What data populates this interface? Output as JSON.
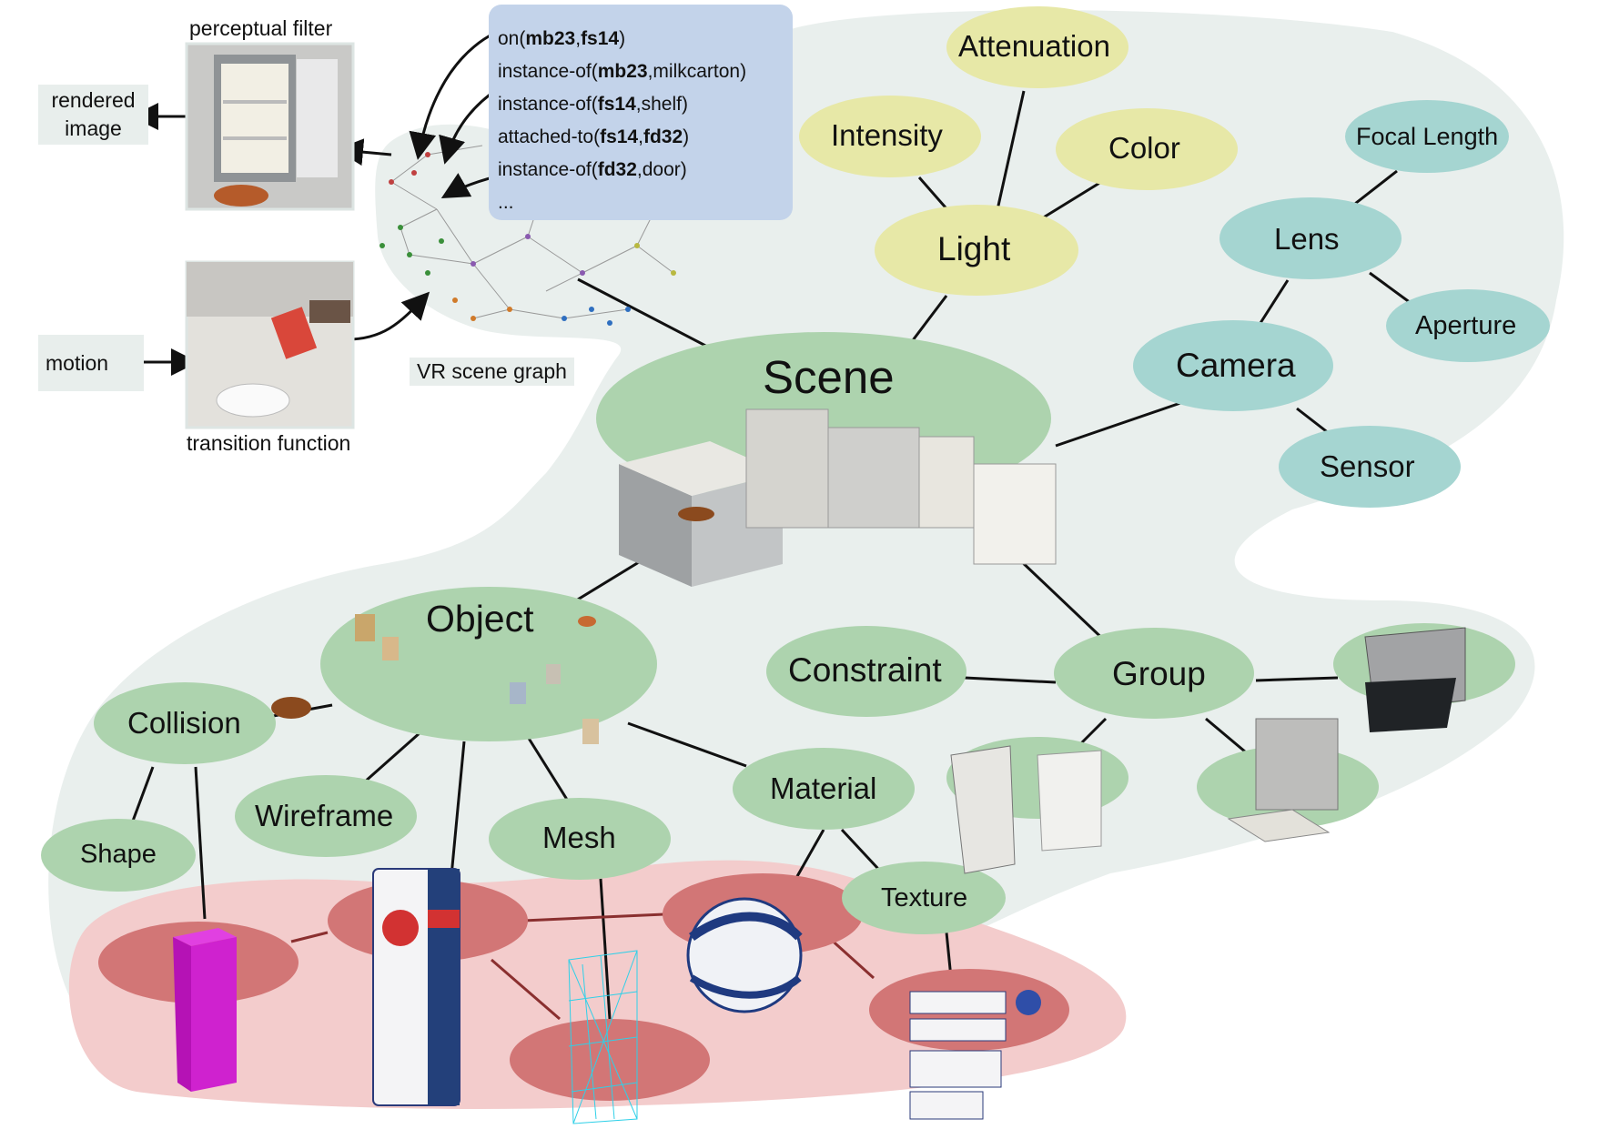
{
  "colors": {
    "hull": "#e9efed",
    "green": "#add3ae",
    "yellow": "#e7e8a7",
    "teal": "#a5d5d1",
    "pink_region": "#f3cccc",
    "red_node": "#d27676",
    "code_box": "#c3d3ea",
    "edge": "#111111",
    "red_edge": "#8a2f2f"
  },
  "left_panel": {
    "perceptual_filter": "perceptual filter",
    "rendered_image": "rendered image",
    "motion": "motion",
    "transition_function": "transition function",
    "vr_scene_graph": "VR scene graph"
  },
  "code_lines": [
    {
      "pre": "on(",
      "b1": "mb23",
      "mid": ",",
      "b2": "fs14",
      "post": ")"
    },
    {
      "pre": "instance-of(",
      "b1": "mb23",
      "mid": ",milkcarton)",
      "b2": "",
      "post": ""
    },
    {
      "pre": "instance-of(",
      "b1": "fs14",
      "mid": ",shelf)",
      "b2": "",
      "post": ""
    },
    {
      "pre": "attached-to(",
      "b1": "fs14",
      "mid": ",",
      "b2": "fd32",
      "post": ")"
    },
    {
      "pre": "instance-of(",
      "b1": "fd32",
      "mid": ",door)",
      "b2": "",
      "post": ""
    },
    {
      "pre": "...",
      "b1": "",
      "mid": "",
      "b2": "",
      "post": ""
    }
  ],
  "nodes": {
    "scene": "Scene",
    "light": "Light",
    "attenuation": "Attenuation",
    "intensity": "Intensity",
    "color": "Color",
    "camera": "Camera",
    "lens": "Lens",
    "focal_length": "Focal Length",
    "aperture": "Aperture",
    "sensor": "Sensor",
    "object": "Object",
    "collision": "Collision",
    "shape": "Shape",
    "wireframe": "Wireframe",
    "mesh": "Mesh",
    "material": "Material",
    "texture": "Texture",
    "group": "Group",
    "constraint": "Constraint"
  },
  "icons": {
    "fridge_photo": "fridge-photo-icon",
    "pour_photo": "pouring-milk-photo-icon",
    "scene_graph": "network-graph-icon",
    "kitchen": "kitchen-scene-icon",
    "milk_carton": "milk-carton-icon",
    "collision_box": "collision-box-icon",
    "wireframe_carton": "wireframe-carton-icon",
    "sphere": "textured-sphere-icon",
    "texture_atlas": "texture-atlas-icon",
    "fridge_group": "fridge-group-icon",
    "dishwasher_group": "dishwasher-group-icon",
    "oven_group": "oven-group-icon",
    "object_collection": "object-collection-icon"
  }
}
